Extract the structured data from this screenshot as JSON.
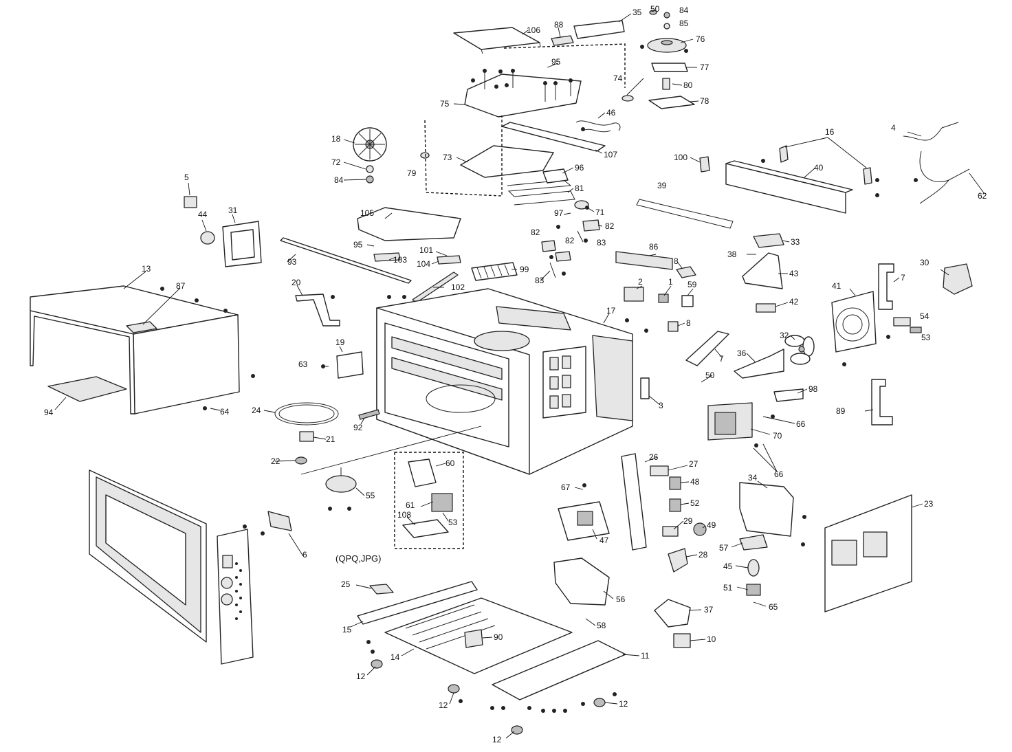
{
  "diagram": {
    "variant_note": "(QPQ,JPG)",
    "labels": {
      "l1": "1",
      "l2": "2",
      "l3": "3",
      "l4": "4",
      "l5": "5",
      "l6": "6",
      "l7a": "7",
      "l7b": "7",
      "l8a": "8",
      "l8b": "8",
      "l10": "10",
      "l11": "11",
      "l12a": "12",
      "l12b": "12",
      "l12c": "12",
      "l12d": "12",
      "l13": "13",
      "l14": "14",
      "l15": "15",
      "l16": "16",
      "l17": "17",
      "l18": "18",
      "l19": "19",
      "l20": "20",
      "l21": "21",
      "l22": "22",
      "l23": "23",
      "l24": "24",
      "l25": "25",
      "l26": "26",
      "l27": "27",
      "l28": "28",
      "l29": "29",
      "l30": "30",
      "l31": "31",
      "l32": "32",
      "l33": "33",
      "l34": "34",
      "l35": "35",
      "l36": "36",
      "l37": "37",
      "l38": "38",
      "l39": "39",
      "l40": "40",
      "l41": "41",
      "l42": "42",
      "l43": "43",
      "l44": "44",
      "l45": "45",
      "l46": "46",
      "l47": "47",
      "l48": "48",
      "l49": "49",
      "l50a": "50",
      "l50b": "50",
      "l51": "51",
      "l52": "52",
      "l53a": "53",
      "l53b": "53",
      "l54": "54",
      "l55": "55",
      "l56": "56",
      "l57": "57",
      "l58": "58",
      "l59": "59",
      "l60": "60",
      "l61": "61",
      "l62": "62",
      "l63": "63",
      "l64": "64",
      "l65": "65",
      "l66a": "66",
      "l66b": "66",
      "l67": "67",
      "l70": "70",
      "l71": "71",
      "l72": "72",
      "l73": "73",
      "l74": "74",
      "l75": "75",
      "l76": "76",
      "l77": "77",
      "l78": "78",
      "l79": "79",
      "l80": "80",
      "l81": "81",
      "l82a": "82",
      "l82b": "82",
      "l82c": "82",
      "l83a": "83",
      "l83b": "83",
      "l84a": "84",
      "l84b": "84",
      "l85": "85",
      "l86": "86",
      "l87": "87",
      "l88": "88",
      "l89": "89",
      "l90": "90",
      "l92": "92",
      "l93": "93",
      "l94": "94",
      "l95a": "95",
      "l95b": "95",
      "l96": "96",
      "l97": "97",
      "l98": "98",
      "l99": "99",
      "l100": "100",
      "l101": "101",
      "l102": "102",
      "l103": "103",
      "l104": "104",
      "l105": "105",
      "l106": "106",
      "l107": "107",
      "l108": "108"
    }
  }
}
